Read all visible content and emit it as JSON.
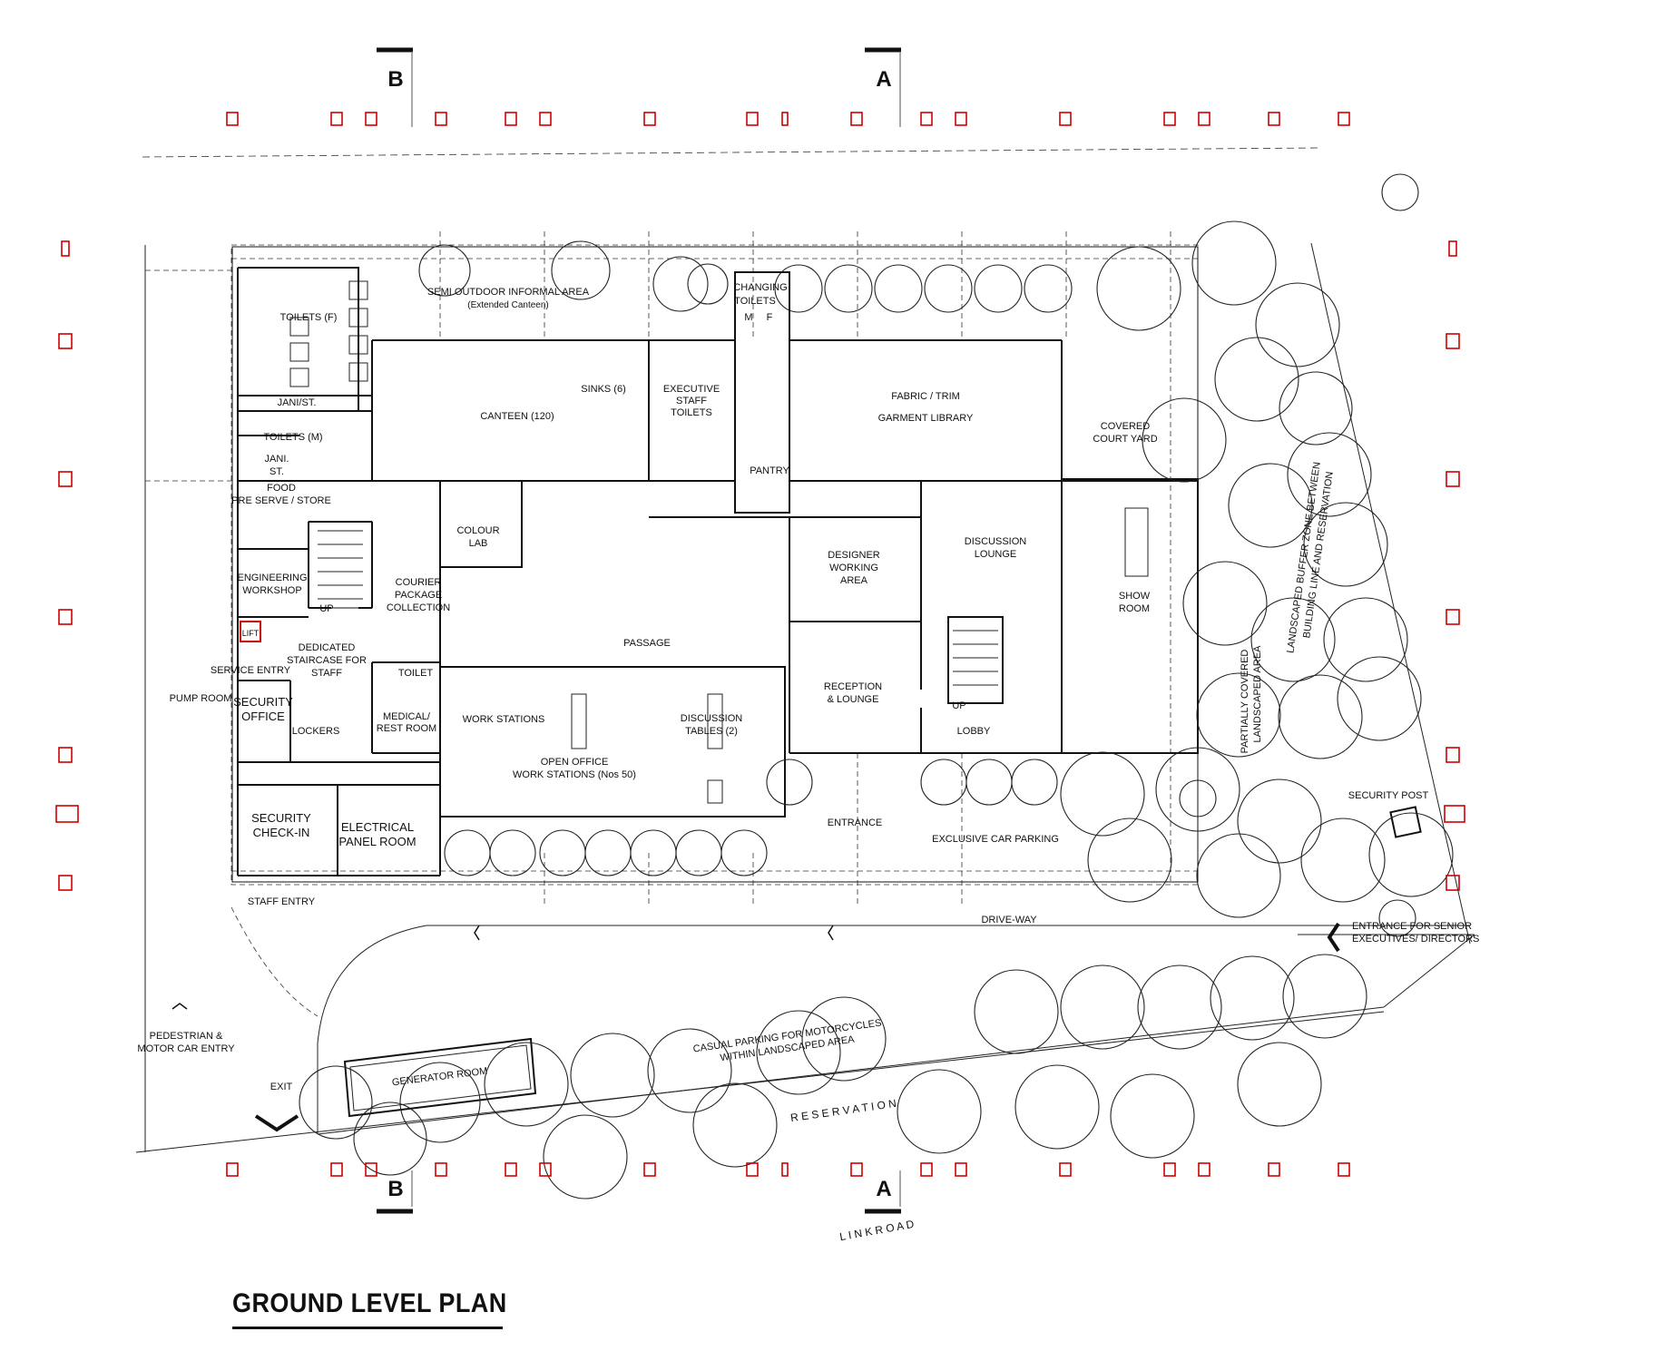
{
  "title": "GROUND LEVEL PLAN",
  "sections": {
    "a": "A",
    "b": "B"
  },
  "rooms": {
    "toilets_f": "TOILETS (F)",
    "jani_st_1": "JANI/ST.",
    "toilets_m": "TOILETS (M)",
    "jani": "JANI.",
    "st": "ST.",
    "semi_outdoor_1": "SEMI OUTDOOR INFORMAL AREA",
    "semi_outdoor_2": "(Extended Canteen)",
    "changing_1": "CHANGING",
    "changing_2": "TOILETS",
    "changing_3": "M",
    "changing_4": "F",
    "sinks": "SINKS (6)",
    "canteen": "CANTEEN (120)",
    "exec_1": "EXECUTIVE",
    "exec_2": "STAFF",
    "exec_3": "TOILETS",
    "pantry": "PANTRY",
    "fabric_1": "FABRIC / TRIM",
    "fabric_2": "GARMENT LIBRARY",
    "court_1": "COVERED",
    "court_2": "COURT YARD",
    "food_1": "FOOD",
    "food_2": "PRE SERVE / STORE",
    "colour_1": "COLOUR",
    "colour_2": "LAB",
    "eng_1": "ENGINEERING",
    "eng_2": "WORKSHOP",
    "courier_1": "COURIER",
    "courier_2": "PACKAGE",
    "courier_3": "COLLECTION",
    "up": "UP",
    "lift": "LIFT",
    "designer_1": "DESIGNER",
    "designer_2": "WORKING",
    "designer_3": "AREA",
    "disc_lounge_1": "DISCUSSION",
    "disc_lounge_2": "LOUNGE",
    "show_1": "SHOW",
    "show_2": "ROOM",
    "dedicated_1": "DEDICATED",
    "dedicated_2": "STAIRCASE FOR",
    "dedicated_3": "STAFF",
    "passage": "PASSAGE",
    "service_entry": "SERVICE ENTRY",
    "pump_room": "PUMP ROOM",
    "security_office_1": "SECURITY",
    "security_office_2": "OFFICE",
    "lockers": "LOCKERS",
    "toilet": "TOILET",
    "medical_1": "MEDICAL/",
    "medical_2": "REST ROOM",
    "work_stations": "WORK STATIONS",
    "disc_tables_1": "DISCUSSION",
    "disc_tables_2": "TABLES (2)",
    "open_office_1": "OPEN OFFICE",
    "open_office_2": "WORK STATIONS (Nos 50)",
    "reception_1": "RECEPTION",
    "reception_2": "& LOUNGE",
    "up2": "UP",
    "lobby": "LOBBY",
    "security_checkin_1": "SECURITY",
    "security_checkin_2": "CHECK-IN",
    "electrical_1": "ELECTRICAL",
    "electrical_2": "PANEL ROOM",
    "entrance": "ENTRANCE",
    "exclusive_parking": "EXCLUSIVE CAR PARKING",
    "partially_1": "PARTIALLY COVERED",
    "partially_2": "LANDSCAPED AREA",
    "buffer_1": "LANDSCAPED BUFFER ZONE BETWEEN",
    "buffer_2": "BUILDING LINE AND RESERVATION",
    "security_post": "SECURITY POST",
    "staff_entry": "STAFF ENTRY",
    "drive_way": "DRIVE-WAY",
    "entrance_senior_1": "ENTRANCE FOR SENIOR",
    "entrance_senior_2": "EXECUTIVES/ DIRECTORS",
    "pedestrian_1": "PEDESTRIAN &",
    "pedestrian_2": "MOTOR CAR ENTRY",
    "casual_1": "CASUAL PARKING FOR MOTORCYCLES",
    "casual_2": "WITHIN LANDSCAPED AREA",
    "exit": "EXIT",
    "generator": "GENERATOR ROOM",
    "reservation": "R E S E R V A T I O N",
    "link_road": "L I N K   R O A D"
  }
}
